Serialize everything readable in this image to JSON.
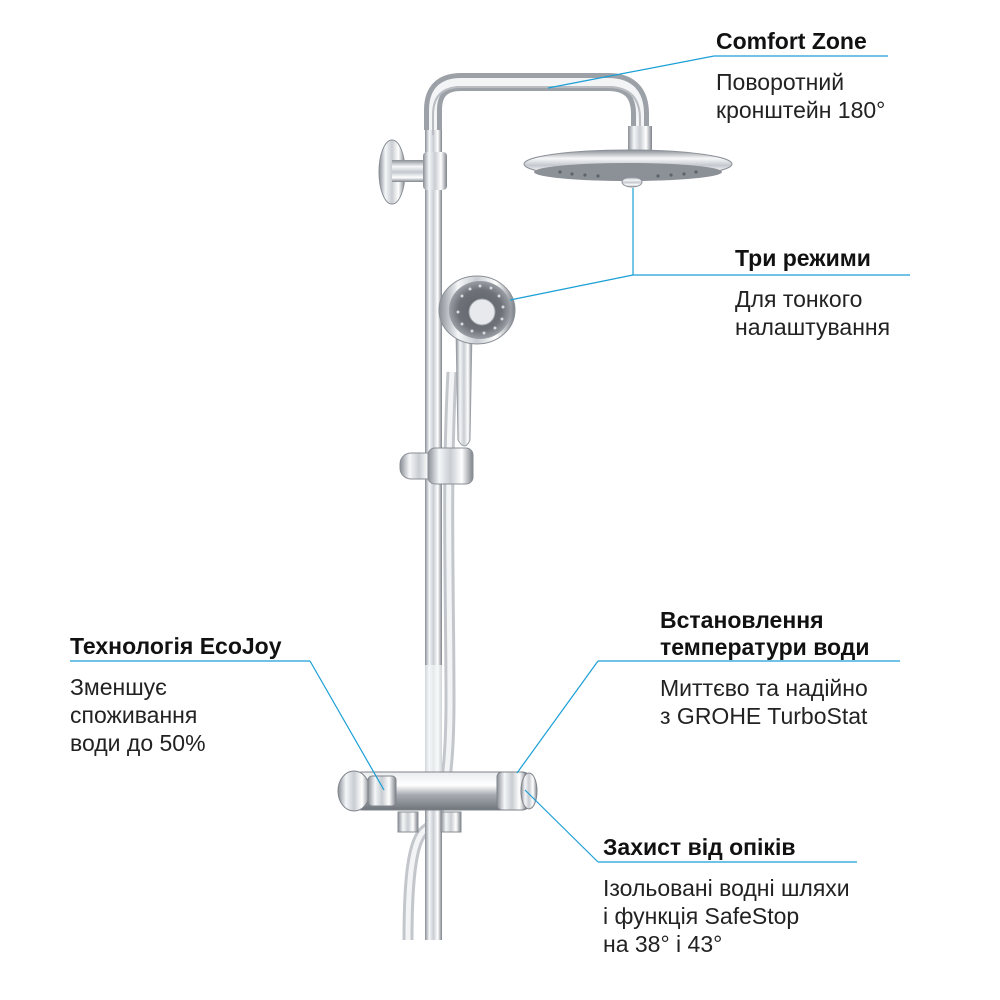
{
  "accent_color": "#1a9fd6",
  "callouts": {
    "comfort_zone": {
      "title": "Comfort Zone",
      "desc": [
        "Поворотний",
        "кронштейн 180°"
      ]
    },
    "three_modes": {
      "title": "Три режими",
      "desc": [
        "Для тонкого",
        "налаштування"
      ]
    },
    "ecojoy": {
      "title": "Технологія EcoJoy",
      "desc": [
        "Зменшує",
        "споживання",
        "води до 50%"
      ]
    },
    "temperature": {
      "title": [
        "Встановлення",
        "температури води"
      ],
      "desc": [
        "Миттєво та надійно",
        "з GROHE TurboStat"
      ]
    },
    "scald_protection": {
      "title": "Захист від опіків",
      "desc": [
        "Ізольовані водні шляхи",
        "і функція SafeStop",
        "на 38° і 43°"
      ]
    }
  },
  "product_parts": [
    "overhead-shower",
    "swivel-arm",
    "wall-bracket",
    "riser-rail",
    "hand-shower",
    "shower-slider",
    "thermostat",
    "shower-hose"
  ]
}
